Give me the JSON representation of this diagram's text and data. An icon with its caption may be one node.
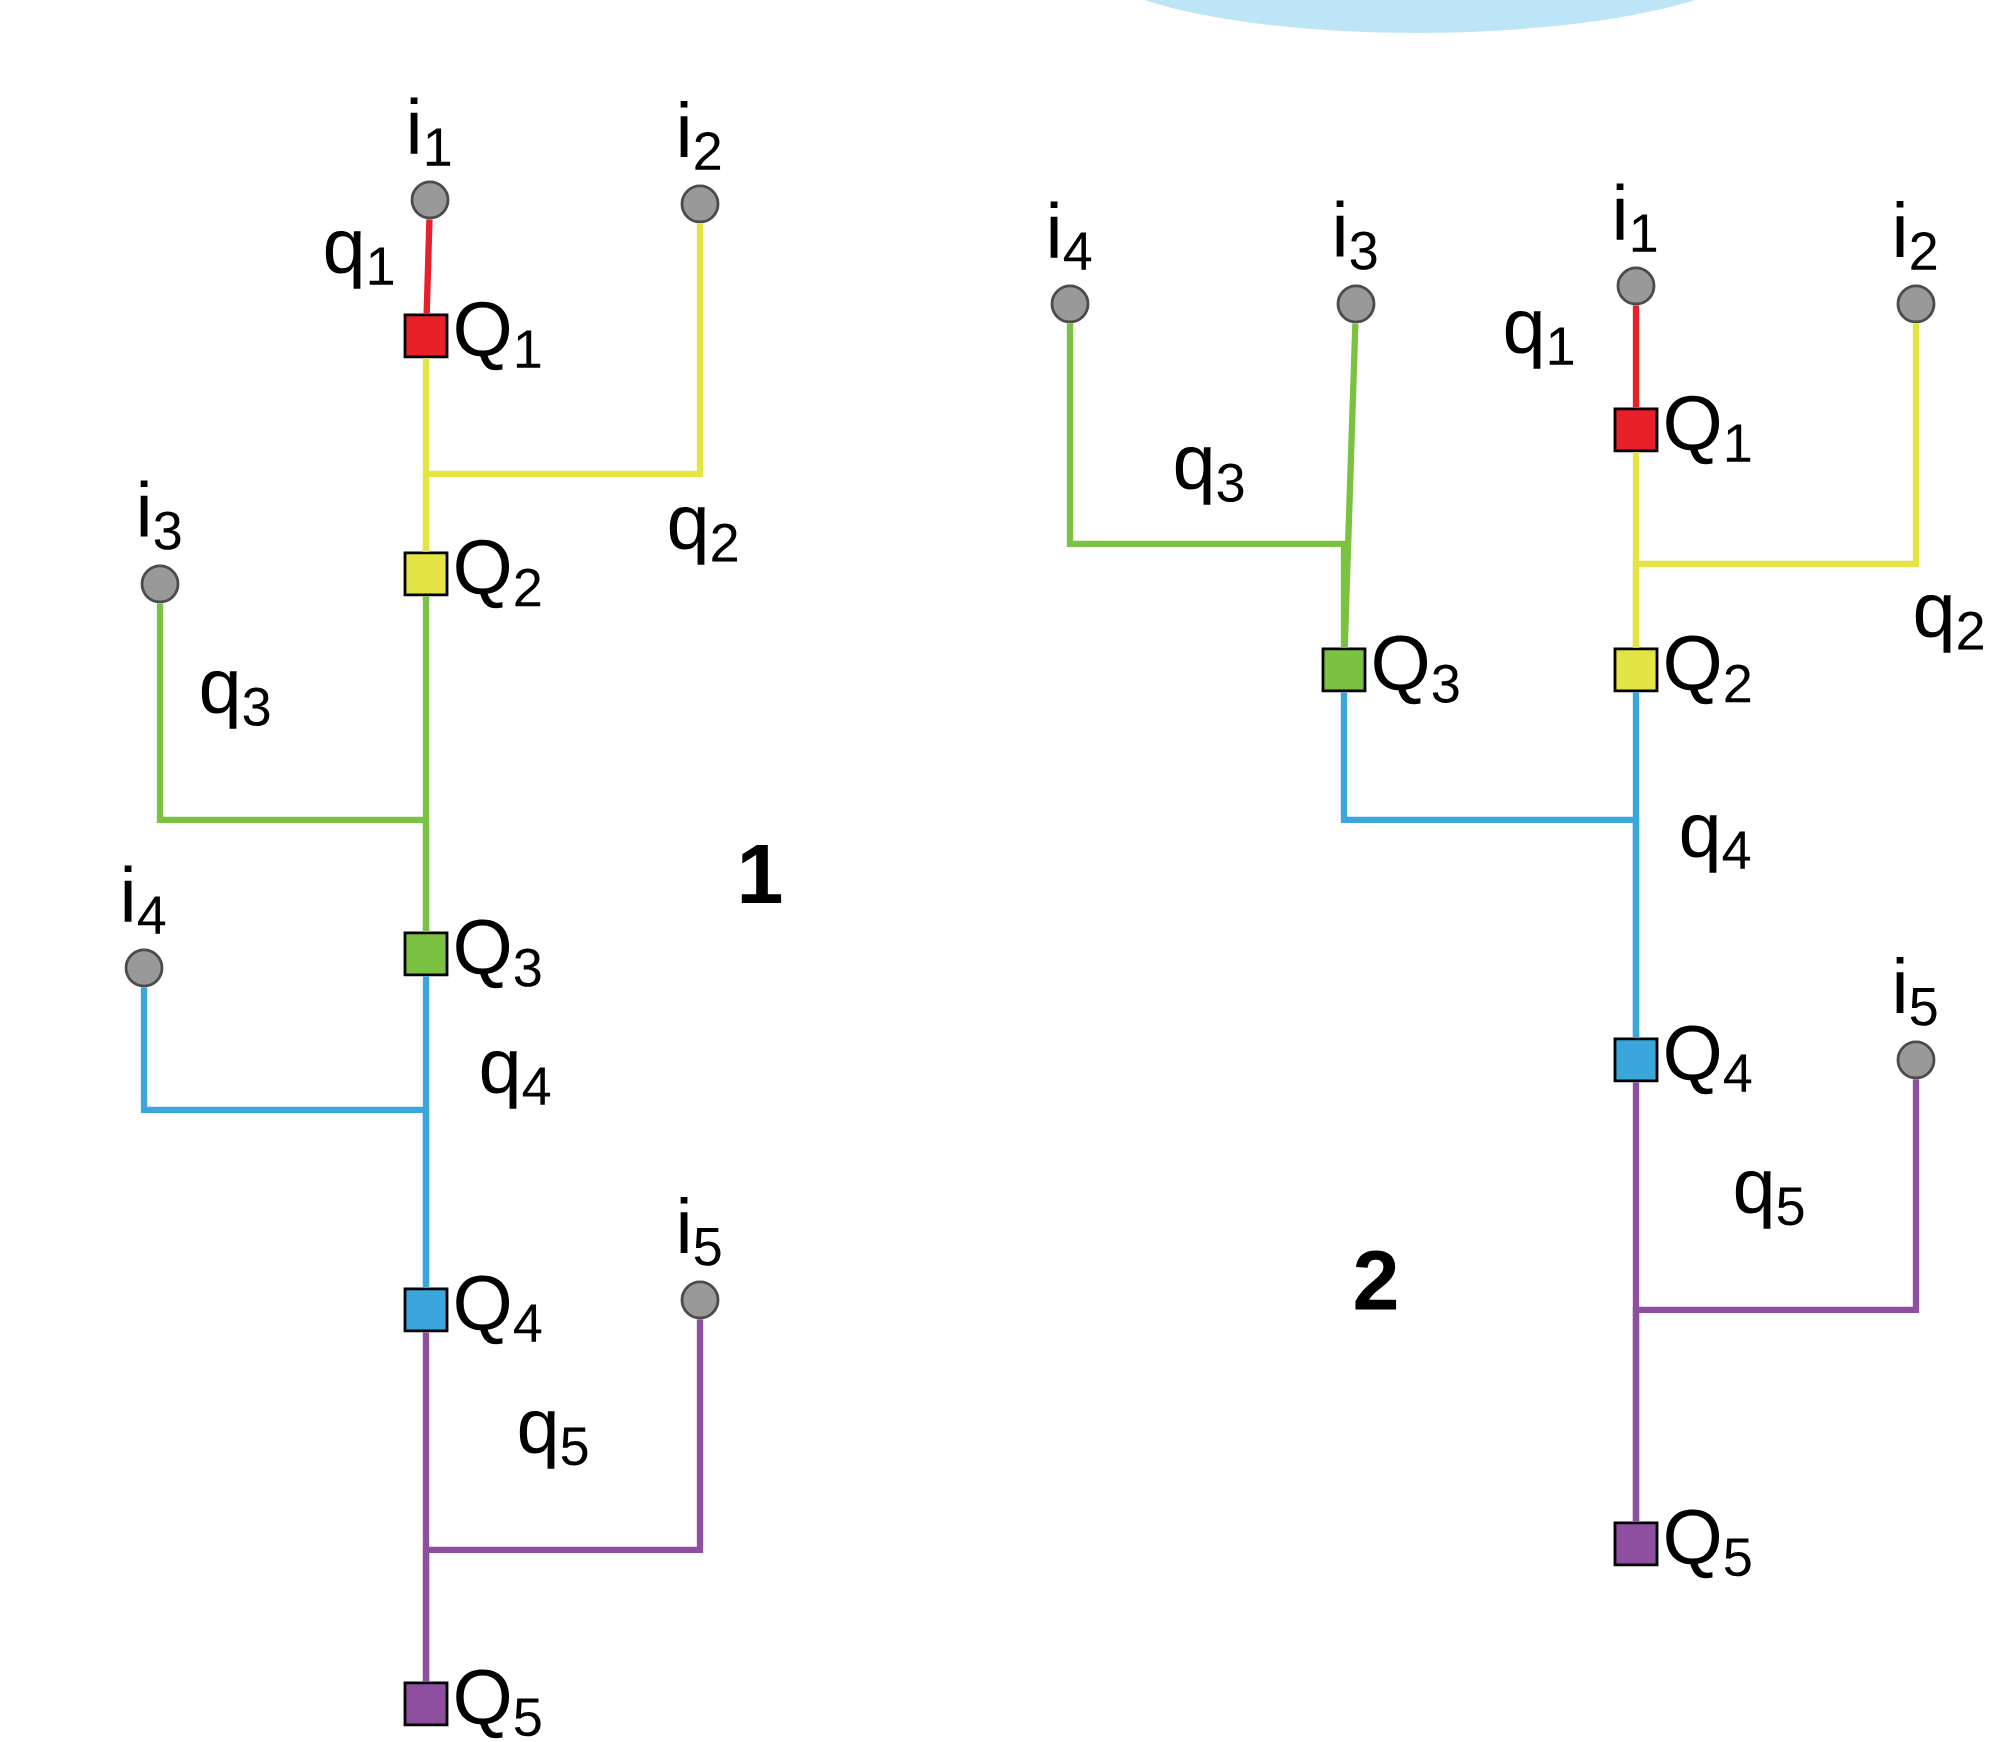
{
  "diagram": {
    "nodes": [
      {
        "text": [
          "i$_{1}$"
        ]
      },
      {
        "text": [
          "i$_{2}$"
        ]
      },
      {
        "text": [
          "Q$_{1}$"
        ]
      },
      {
        "text": [
          "Q$_{2}$"
        ]
      },
      {
        "text": [
          "i$_{3}$"
        ]
      },
      {
        "text": [
          "Q$_{3}$"
        ]
      },
      {
        "text": [
          "i$_{4}$"
        ]
      },
      {
        "text": [
          "Q$_{4}$"
        ]
      },
      {
        "text": [
          "i$_{5}$"
        ]
      },
      {
        "text": [
          "Q$_{5}$"
        ]
      },
      {
        "text": [
          "i$_{4}$"
        ]
      },
      {
        "text": [
          "i$_{3}$"
        ]
      },
      {
        "text": [
          "i$_{1}$"
        ]
      },
      {
        "text": [
          "i$_{2}$"
        ]
      },
      {
        "text": [
          "Q$_{1}$"
        ]
      },
      {
        "text": [
          "Q$_{3}$"
        ]
      },
      {
        "text": [
          "Q$_{2}$"
        ]
      },
      {
        "text": [
          "Q$_{4}$"
        ]
      },
      {
        "text": [
          "i$_{5}$"
        ]
      },
      {
        "text": [
          "Q$_{5}$"
        ]
      }
    ],
    "edges": [
      {
        "from": 0,
        "to": 2,
        "arrow": "none",
        "label": "q$_{1}$",
        "color": "#e8202a"
      },
      {
        "from": 2,
        "to": 3,
        "arrow": "none",
        "color": "#e4e445"
      },
      {
        "from": 1,
        "to": 3,
        "arrow": "none",
        "label": "q$_{2}$",
        "color": "#e4e445"
      },
      {
        "from": 3,
        "to": 5,
        "arrow": "none",
        "color": "#7cc242"
      },
      {
        "from": 4,
        "to": 5,
        "arrow": "none",
        "label": "q$_{3}$",
        "color": "#7cc242"
      },
      {
        "from": 5,
        "to": 7,
        "arrow": "none",
        "color": "#3aa6dc"
      },
      {
        "from": 6,
        "to": 7,
        "arrow": "none",
        "label": "q$_{4}$",
        "color": "#3aa6dc"
      },
      {
        "from": 7,
        "to": 9,
        "arrow": "none",
        "color": "#8e4fa0"
      },
      {
        "from": 8,
        "to": 9,
        "arrow": "none",
        "label": "q$_{5}$",
        "color": "#8e4fa0"
      },
      {
        "from": 12,
        "to": 14,
        "arrow": "none",
        "label": "q$_{1}$",
        "color": "#e8202a"
      },
      {
        "from": 14,
        "to": 16,
        "arrow": "none",
        "color": "#e4e445"
      },
      {
        "from": 13,
        "to": 16,
        "arrow": "none",
        "label": "q$_{2}$",
        "color": "#e4e445"
      },
      {
        "from": 10,
        "to": 15,
        "arrow": "none",
        "label": "q$_{3}$",
        "color": "#7cc242"
      },
      {
        "from": 11,
        "to": 15,
        "arrow": "none",
        "color": "#7cc242"
      },
      {
        "from": 15,
        "to": 17,
        "arrow": "none",
        "color": "#3aa6dc"
      },
      {
        "from": 16,
        "to": 17,
        "arrow": "none",
        "label": "q$_{4}$",
        "color": "#3aa6dc"
      },
      {
        "from": 17,
        "to": 19,
        "arrow": "none",
        "color": "#8e4fa0"
      },
      {
        "from": 18,
        "to": 19,
        "arrow": "none",
        "label": "q$_{5}$",
        "color": "#8e4fa0"
      }
    ],
    "labels": [
      "1",
      "2"
    ]
  }
}
